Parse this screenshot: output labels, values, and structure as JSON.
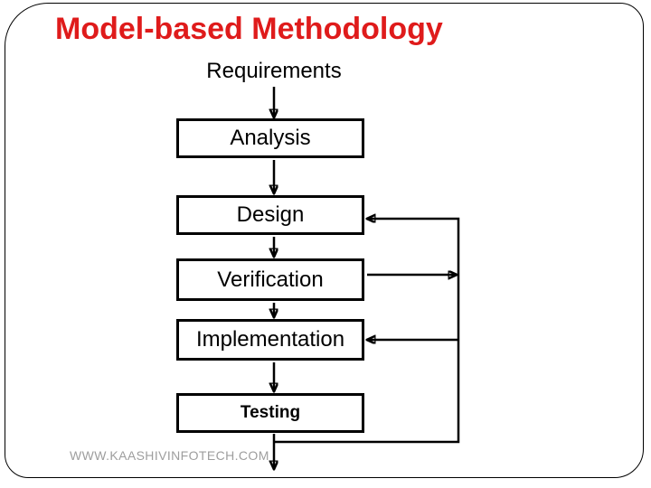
{
  "slide": {
    "title": "Model-based Methodology",
    "title_color": "#df1b1b",
    "footer": "WWW.KAASHIVINFOTECH.COM",
    "footer_color": "#9e9e9e",
    "background_color": "#ffffff",
    "frame_border_color": "#000000"
  },
  "diagram": {
    "start_label": "Requirements",
    "boxes": [
      {
        "label": "Analysis"
      },
      {
        "label": "Design"
      },
      {
        "label": "Verification"
      },
      {
        "label": "Implementation"
      },
      {
        "label": "Testing"
      }
    ]
  }
}
